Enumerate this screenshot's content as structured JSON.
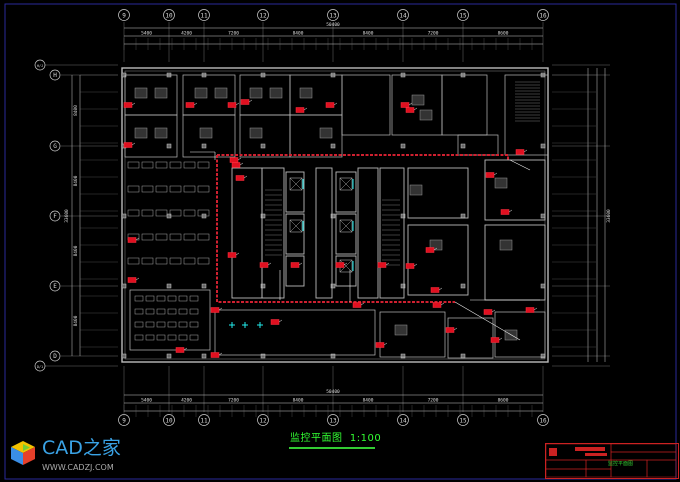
{
  "drawing": {
    "title": "监控平面图",
    "scale": "1:100"
  },
  "grid": {
    "columns": [
      "9",
      "10",
      "11",
      "12",
      "13",
      "14",
      "15",
      "16"
    ],
    "rows": [
      "H/J",
      "H",
      "G",
      "F",
      "E",
      "D",
      "D/1"
    ],
    "top_spans": [
      "5400",
      "4200",
      "7200",
      "8400",
      "8400",
      "7200",
      "8600"
    ],
    "top_total": "50400",
    "bottom_spans": [
      "5400",
      "4200",
      "7200",
      "8400",
      "8400",
      "7200",
      "8600"
    ],
    "bottom_total": "50400",
    "left_spans": [
      "8400",
      "8400",
      "8400",
      "8400"
    ],
    "left_total": "33600",
    "right_total": "33600"
  },
  "logo": {
    "name": "CAD之家",
    "url": "WWW.CADZJ.COM"
  },
  "title_block": {
    "drawing_name": "监控平面图"
  },
  "colors": {
    "background": "#000000",
    "wall": "#bbbbbb",
    "camera": "#e01020",
    "zone": "#d02030",
    "title": "#33ff33",
    "frame": "#2a2a9a"
  }
}
